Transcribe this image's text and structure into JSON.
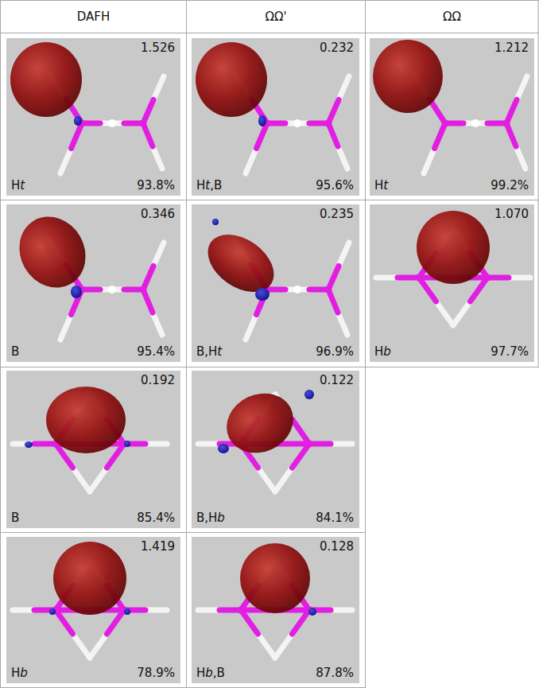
{
  "diagram": {
    "nodes": [
      {
        "text": [
          "1.526",
          "Ht",
          "93.8%"
        ]
      },
      {
        "text": [
          "0.232",
          "Ht,B",
          "95.6%"
        ]
      },
      {
        "text": [
          "1.212",
          "Ht",
          "99.2%"
        ]
      },
      {
        "text": [
          "0.346",
          "B",
          "95.4%"
        ]
      },
      {
        "text": [
          "0.235",
          "B,Ht",
          "96.9%"
        ]
      },
      {
        "text": [
          "1.070",
          "Hb",
          "97.7%"
        ]
      },
      {
        "text": [
          "0.192",
          "B",
          "85.4%"
        ]
      },
      {
        "text": [
          "0.122",
          "B,Hb",
          "84.1%"
        ]
      },
      {
        "text": [
          "1.419",
          "Hb",
          "78.9%"
        ]
      },
      {
        "text": [
          "0.128",
          "Hb,B",
          "87.8%"
        ]
      }
    ],
    "labels": [
      "DAFH",
      "ΩΩ'",
      "ΩΩ"
    ]
  }
}
